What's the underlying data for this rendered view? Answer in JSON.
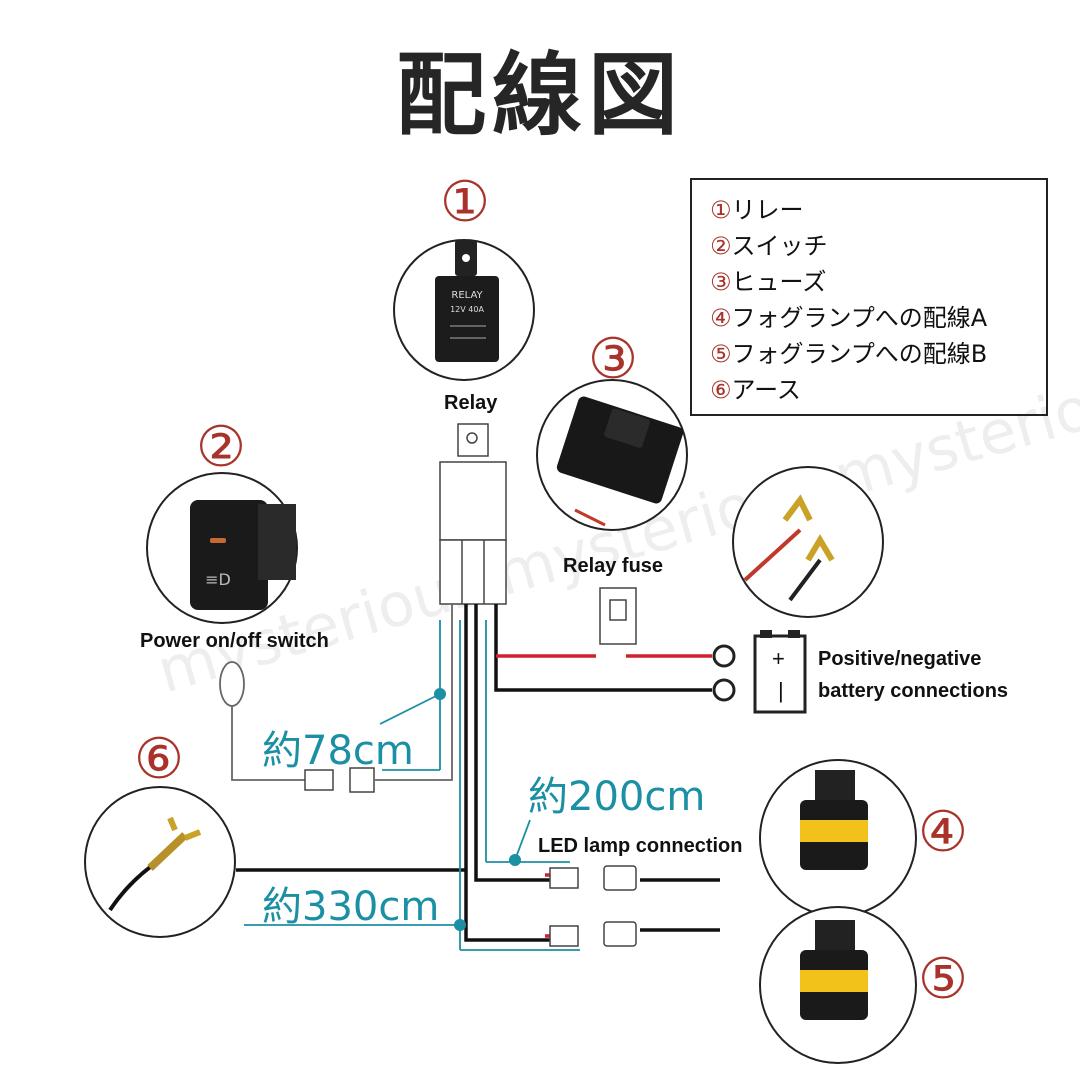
{
  "title": "配線図",
  "legend": [
    {
      "num": "①",
      "text": "リレー"
    },
    {
      "num": "②",
      "text": "スイッチ"
    },
    {
      "num": "③",
      "text": "ヒューズ"
    },
    {
      "num": "④",
      "text": "フォグランプへの配線A"
    },
    {
      "num": "⑤",
      "text": "フォグランプへの配線B"
    },
    {
      "num": "⑥",
      "text": "アース"
    }
  ],
  "numbers": {
    "n1": "①",
    "n2": "②",
    "n3": "③",
    "n4": "④",
    "n5": "⑤",
    "n6": "⑥"
  },
  "labels": {
    "relay": "Relay",
    "relay_fuse": "Relay fuse",
    "power_switch": "Power on/off switch",
    "battery_line1": "Positive/negative",
    "battery_line2": "battery connections",
    "led_lamp": "LED lamp connection",
    "plus": "+",
    "minus": "|"
  },
  "relay_text": {
    "line1": "RELAY",
    "line2": "12V 40A"
  },
  "lengths": {
    "l78": "約78cm",
    "l200": "約200cm",
    "l330": "約330cm"
  },
  "watermark": "mysterious mysterious mysterious",
  "colors": {
    "accent_number": "#a9332b",
    "length_cyan": "#1b8fa3",
    "wire_red": "#d3202a",
    "wire_black": "#111111"
  }
}
